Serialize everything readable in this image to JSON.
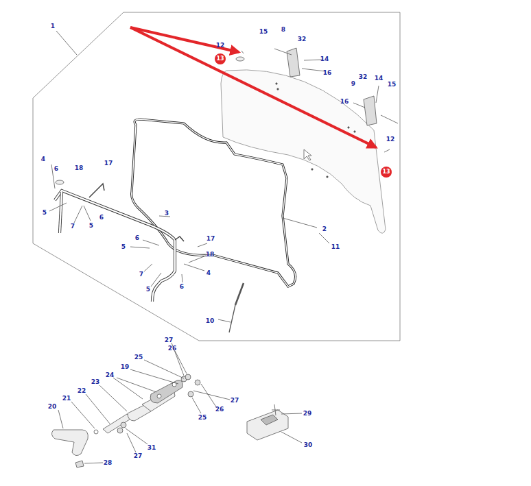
{
  "diagram": {
    "nodes": [
      {
        "text": [
          "13"
        ]
      },
      {
        "text": [
          "13"
        ]
      }
    ],
    "edges": [],
    "labels": [
      "1",
      "12",
      "15",
      "8",
      "32",
      "14",
      "16",
      "32",
      "14",
      "9",
      "15",
      "16",
      "12",
      "17",
      "4",
      "6",
      "18",
      "5",
      "7",
      "5",
      "6",
      "3",
      "2",
      "11",
      "6",
      "17",
      "5",
      "18",
      "7",
      "4",
      "5",
      "6",
      "10",
      "27",
      "26",
      "25",
      "19",
      "27",
      "24",
      "23",
      "22",
      "21",
      "20",
      "26",
      "25",
      "29",
      "31",
      "27",
      "30",
      "28"
    ]
  }
}
